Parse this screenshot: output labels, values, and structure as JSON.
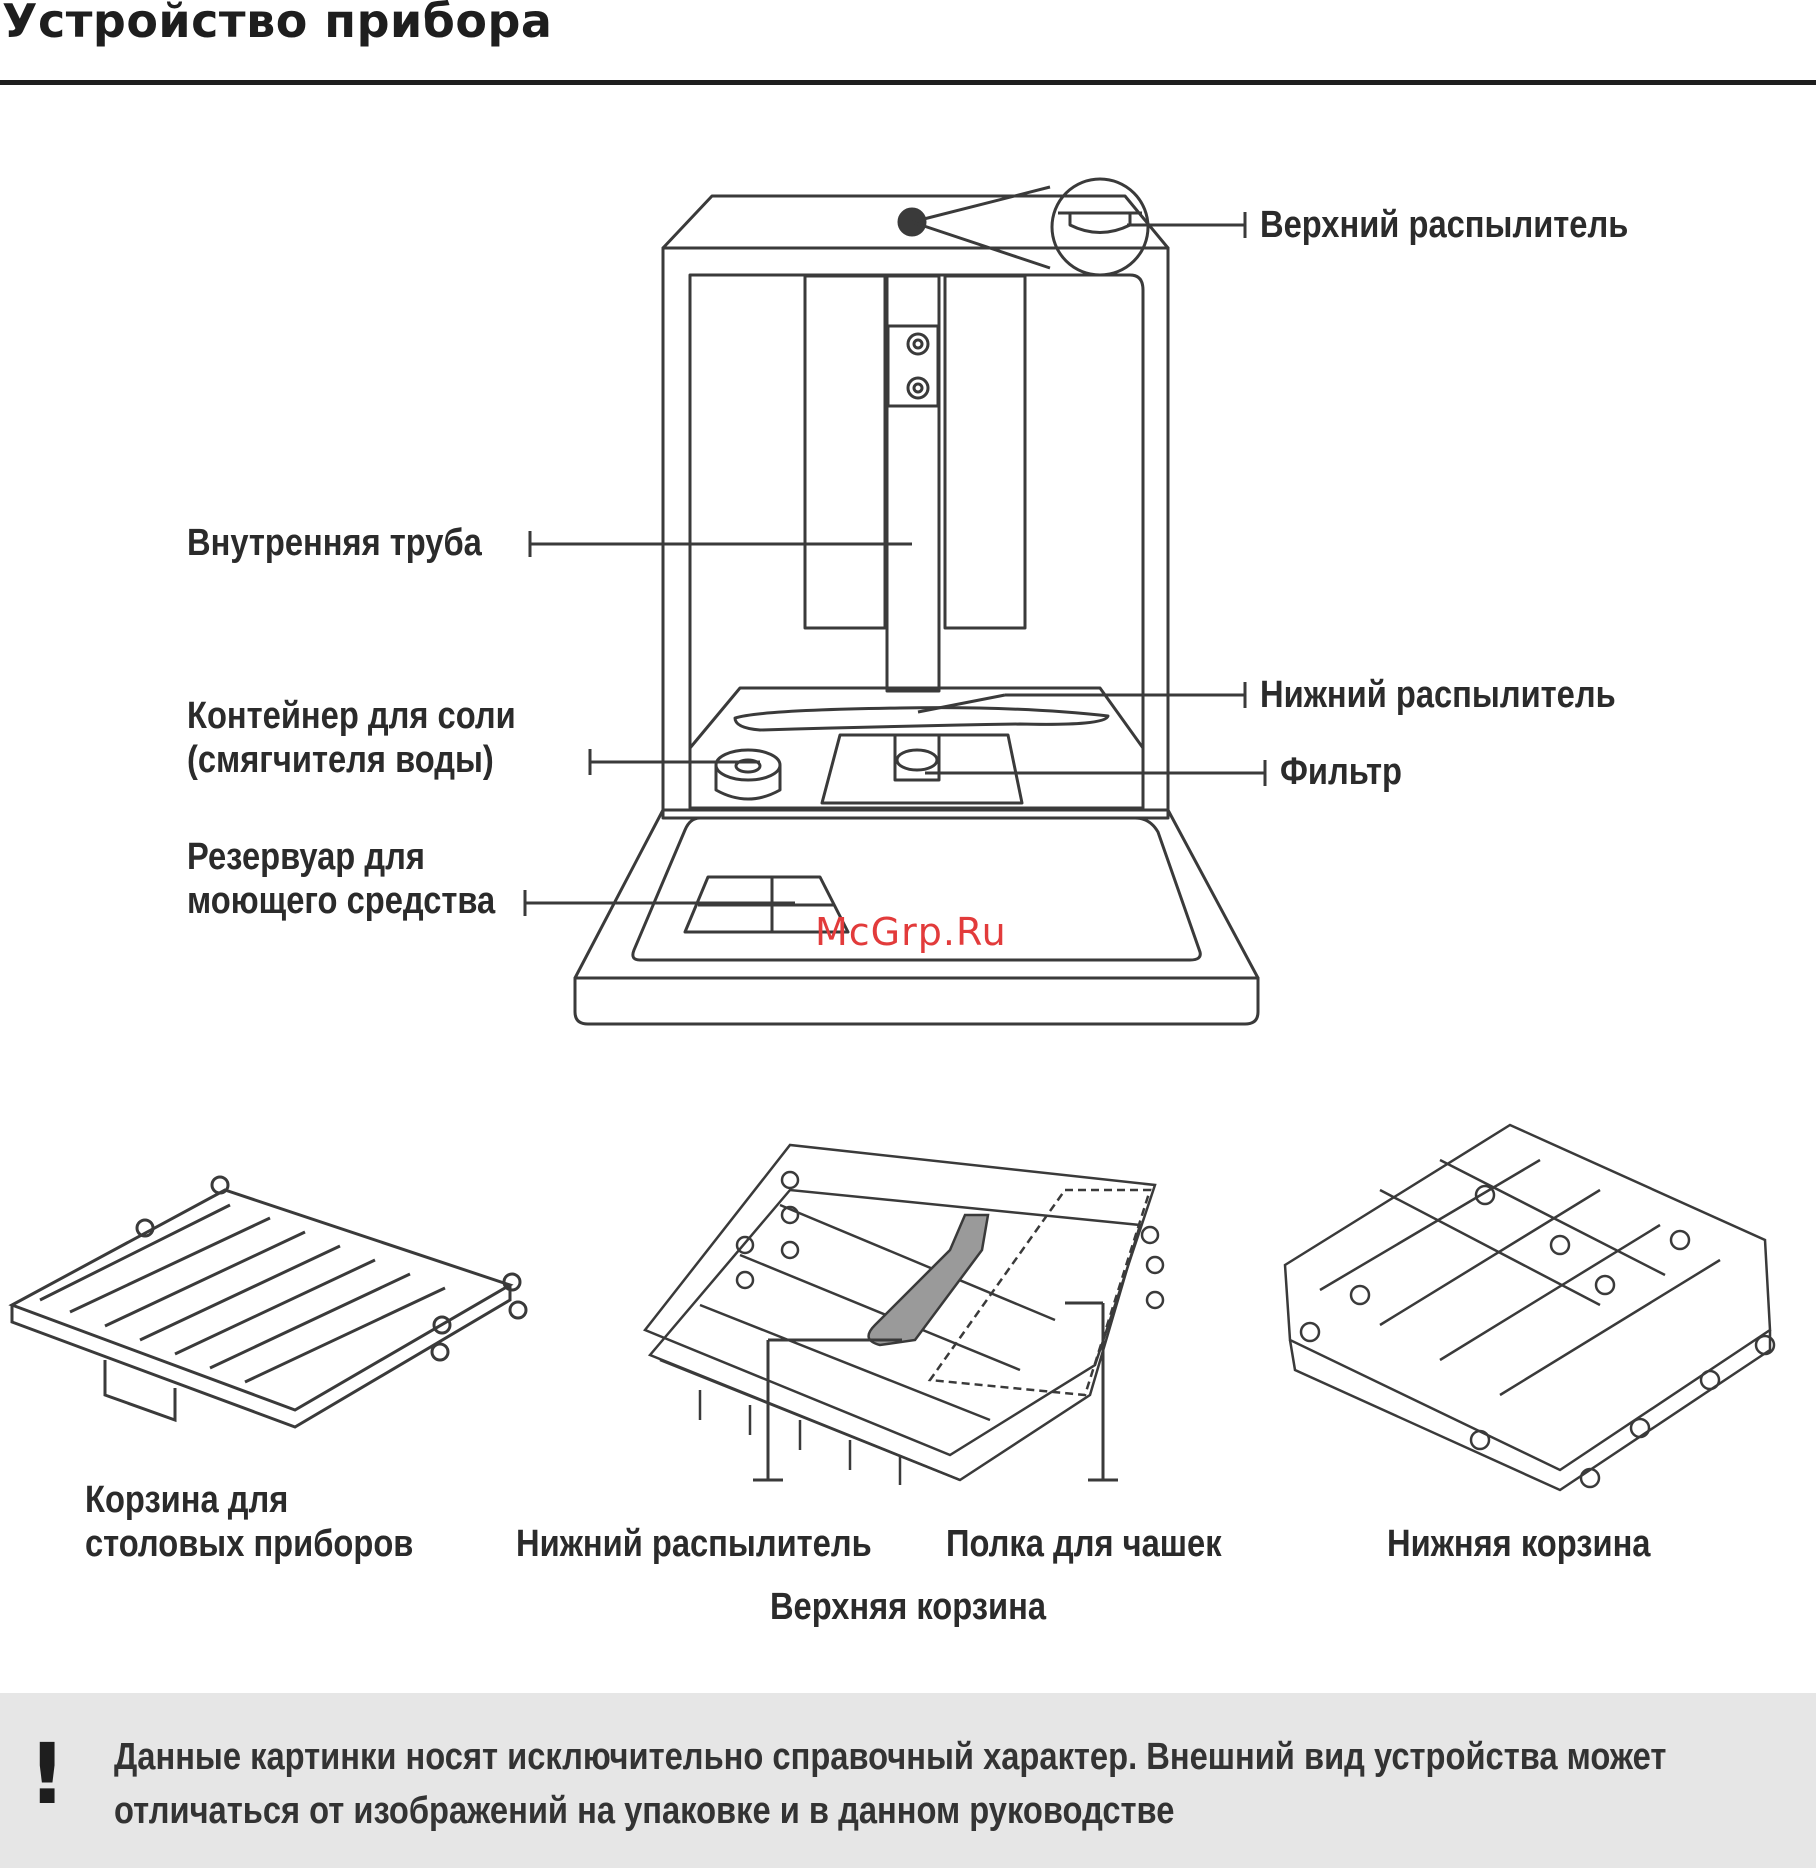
{
  "page_title": "Устройство прибора",
  "labels": {
    "upper_spray": "Верхний распылитель",
    "inner_pipe": "Внутренняя труба",
    "salt_container": [
      "Контейнер для соли",
      "(смягчителя воды)"
    ],
    "lower_spray": "Нижний распылитель",
    "filter": "Фильтр",
    "detergent": [
      "Резервуар для",
      "моющего средства"
    ]
  },
  "baskets": {
    "cutlery": [
      "Корзина для",
      "столовых приборов"
    ],
    "upper_lower_spray": "Нижний распылитель",
    "cup_shelf": "Полка для чашек",
    "upper_basket": "Верхняя корзина",
    "lower_basket": "Нижняя корзина"
  },
  "watermark": "McGrp.Ru",
  "note": {
    "icon": "exclamation-icon",
    "lines": [
      "Данные картинки носят исключительно справочный характер. Внешний вид устройства может",
      "отличаться от изображений на упаковке и в данном руководстве"
    ]
  },
  "colors": {
    "ink": "#2b2b2b",
    "note_bg": "#e6e6e6",
    "watermark": "#e23b3b"
  }
}
